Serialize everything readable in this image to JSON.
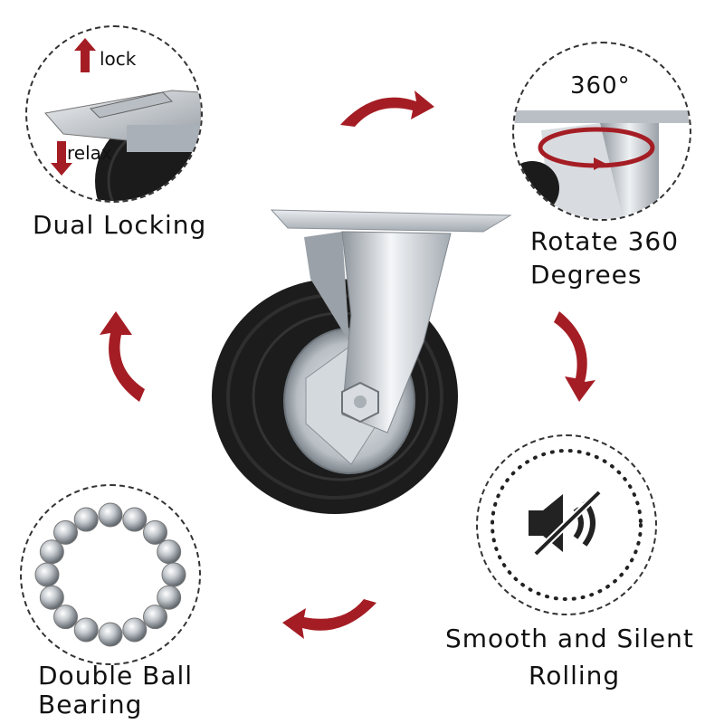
{
  "features": {
    "locking": {
      "caption": "Dual Locking",
      "lock_label": "lock",
      "relax_label": "relax"
    },
    "rotate": {
      "caption_line1": "Rotate 360",
      "caption_line2": "Degrees",
      "degree_label": "360°"
    },
    "silent": {
      "caption_line1": "Smooth and Silent",
      "caption_line2": "Rolling",
      "icon": "mute-speaker-icon"
    },
    "bearing": {
      "caption_line1": "Double Ball",
      "caption_line2": "Bearing",
      "ball_count": 16
    }
  },
  "colors": {
    "accent": "#a51d24",
    "tire": "#1c1c1c",
    "metal": "#c9ced3"
  }
}
